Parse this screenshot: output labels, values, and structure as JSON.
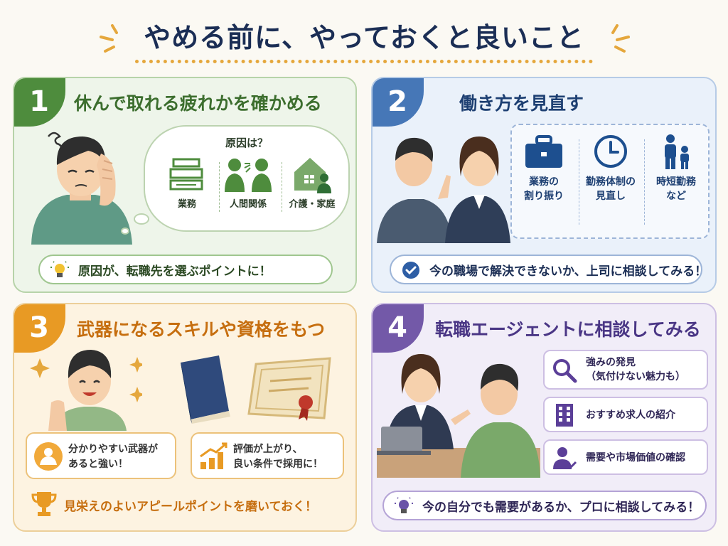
{
  "title": "やめる前に、やっておくと良いこと",
  "colors": {
    "green": "#4e8c3d",
    "blue": "#4677b7",
    "orange": "#e89a24",
    "purple": "#7359a8",
    "navy": "#1b2e55"
  },
  "sections": [
    {
      "number": "1",
      "heading": "休んで取れる疲れかを確かめる",
      "bubble_title": "原因は？",
      "causes": [
        {
          "label": "業務",
          "icon": "document-stack-icon"
        },
        {
          "label": "人間関係",
          "icon": "arguing-people-icon"
        },
        {
          "label": "介護・家庭",
          "icon": "house-person-icon"
        }
      ],
      "tip": "原因が、転職先を選ぶポイントに！",
      "tip_icon": "lightbulb-icon"
    },
    {
      "number": "2",
      "heading": "働き方を見直す",
      "options": [
        {
          "line1": "業務の",
          "line2": "割り振り",
          "icon": "briefcase-icon"
        },
        {
          "line1": "勤務体制の",
          "line2": "見直し",
          "icon": "clock-icon"
        },
        {
          "line1": "時短勤務",
          "line2": "など",
          "icon": "parent-child-icon"
        }
      ],
      "tip": "今の職場で解決できないか、上司に相談してみる！",
      "tip_icon": "check-circle-icon"
    },
    {
      "number": "3",
      "heading": "武器になるスキルや資格をもつ",
      "notes": [
        {
          "line1": "分かりやすい武器が",
          "line2": "あると強い！",
          "icon": "person-badge-icon"
        },
        {
          "line1": "評価が上がり、",
          "line2": "良い条件で採用に！",
          "icon": "rising-chart-icon"
        }
      ],
      "tip": "見栄えのよいアピールポイントを磨いておく！",
      "tip_icon": "trophy-icon"
    },
    {
      "number": "4",
      "heading": "転職エージェントに相談してみる",
      "features": [
        {
          "line1": "強みの発見",
          "line2": "（気付けない魅力も）",
          "icon": "magnifier-icon"
        },
        {
          "line1": "おすすめ求人の紹介",
          "line2": "",
          "icon": "building-icon"
        },
        {
          "line1": "需要や市場価値の確認",
          "line2": "",
          "icon": "person-check-icon"
        }
      ],
      "tip": "今の自分でも需要があるか、プロに相談してみる！",
      "tip_icon": "lightbulb-icon"
    }
  ]
}
